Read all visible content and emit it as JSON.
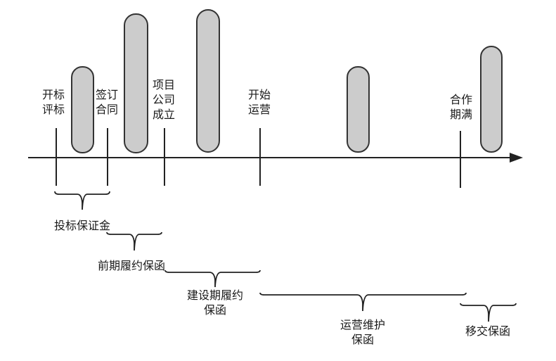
{
  "milestones": [
    {
      "id": "bid-evaluation",
      "text": "开标\n评标"
    },
    {
      "id": "contract-signing",
      "text": "签订\n合同"
    },
    {
      "id": "project-company-setup",
      "text": "项目\n公司\n成立"
    },
    {
      "id": "operation-start",
      "text": "开始\n运营"
    },
    {
      "id": "cooperation-expiry",
      "text": "合作\n期满"
    }
  ],
  "guarantees": [
    {
      "id": "bid-bond",
      "text": "投标保证金"
    },
    {
      "id": "pre-performance-guarantee",
      "text": "前期履约保函"
    },
    {
      "id": "construction-performance-guarantee",
      "text": "建设期履约\n保函"
    },
    {
      "id": "operation-maintenance-guarantee",
      "text": "运营维护\n保函"
    },
    {
      "id": "handover-guarantee",
      "text": "移交保函"
    }
  ],
  "colors": {
    "pill_fill": "#cccccc",
    "pill_stroke": "#333333",
    "line": "#222222",
    "text": "#1a1a1a"
  }
}
